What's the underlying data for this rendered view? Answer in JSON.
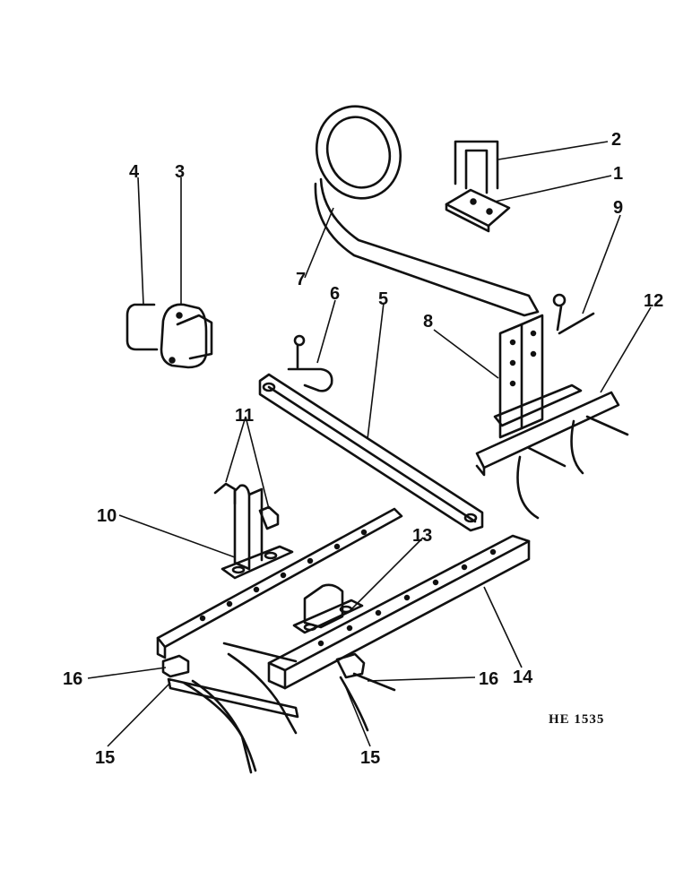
{
  "diagram": {
    "drawing_code": "HE 1535",
    "callouts": {
      "c1": "1",
      "c2": "2",
      "c3": "3",
      "c4": "4",
      "c5": "5",
      "c6": "6",
      "c7": "7",
      "c8": "8",
      "c9": "9",
      "c10": "10",
      "c11": "11",
      "c12": "12",
      "c13": "13",
      "c14": "14",
      "c15a": "15",
      "c15b": "15",
      "c16a": "16",
      "c16b": "16"
    }
  }
}
